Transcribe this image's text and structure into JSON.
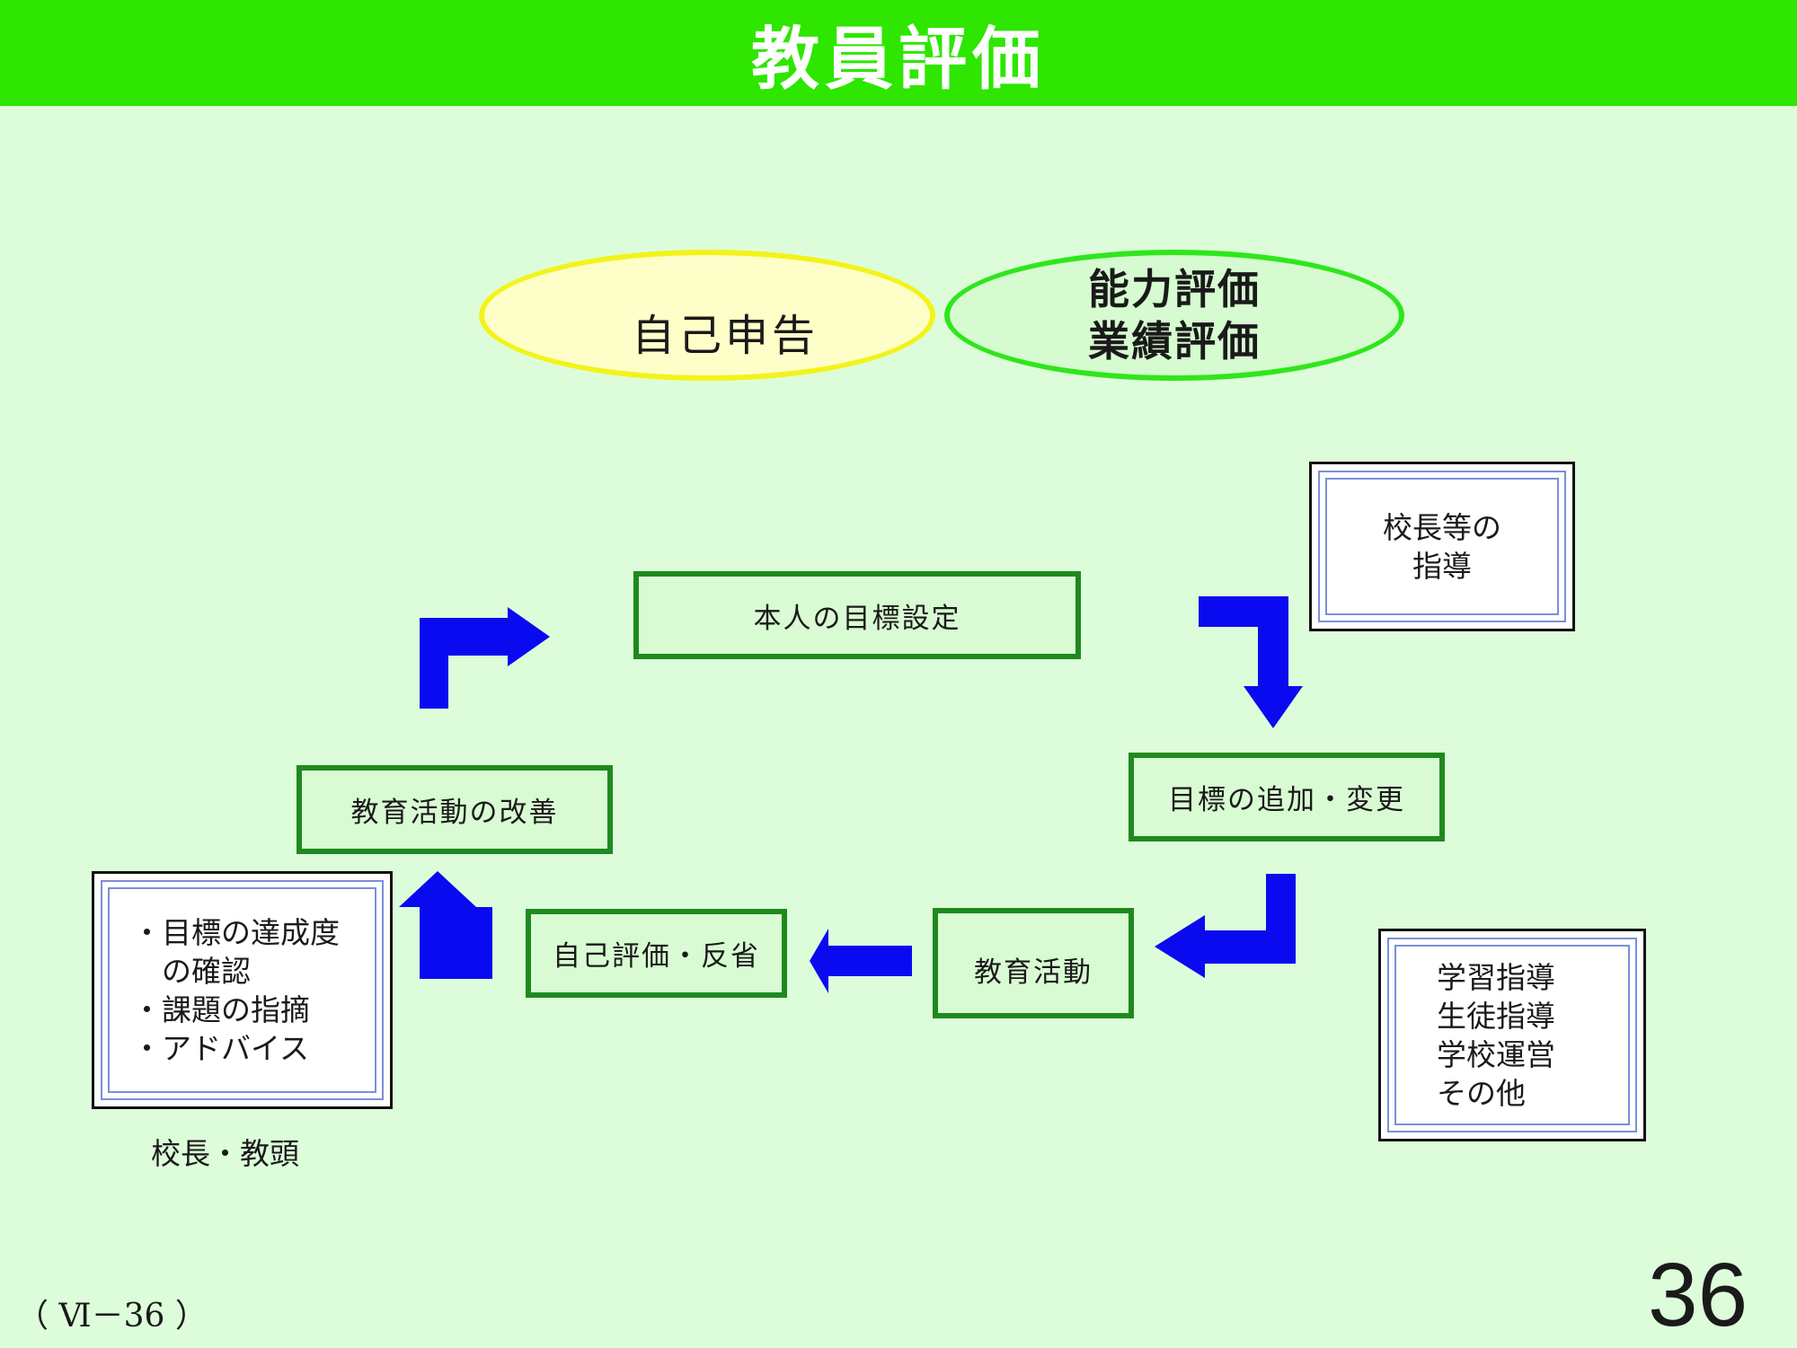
{
  "title": "教員評価",
  "ellipses": {
    "self_report": "自己申告",
    "evaluation": [
      "能力評価",
      "業績評価"
    ]
  },
  "cycle": {
    "goal_setting": "本人の目標設定",
    "goal_change": "目標の追加・変更",
    "education_activity": "教育活動",
    "self_review": "自己評価・反省",
    "improvement": "教育活動の改善"
  },
  "frames": {
    "principal_guidance": [
      "校長等の",
      "指導"
    ],
    "check": [
      "・目標の達成度",
      "　の確認",
      "・課題の指摘",
      "・アドバイス"
    ],
    "areas": [
      "学習指導",
      "生徒指導",
      "学校運営",
      "その他"
    ]
  },
  "caption_principal": "校長・教頭",
  "footer": {
    "code": "（ Ⅵ－36 ）",
    "page_number": "36"
  },
  "colors": {
    "title_bar": "#2ee600",
    "background": "#ddfdda",
    "arrow": "#0a0af0",
    "box_border": "#1e8a1e"
  },
  "icons": [
    "arrow-up-right-icon",
    "arrow-down-corner-icon",
    "arrow-left-corner-icon",
    "arrow-left-icon",
    "arrow-up-corner-icon"
  ]
}
